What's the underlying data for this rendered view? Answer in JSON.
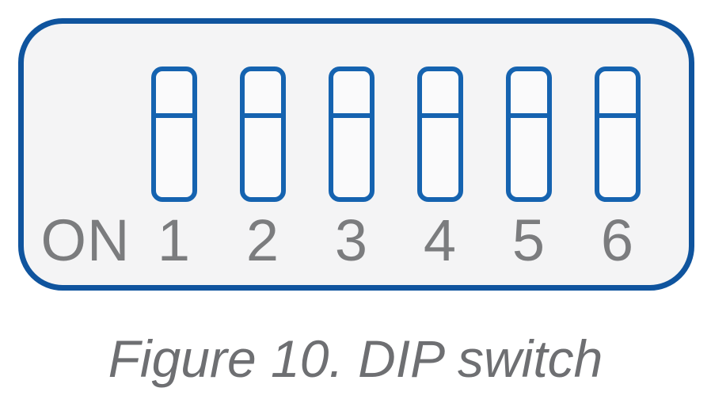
{
  "figure": {
    "caption": "Figure 10. DIP switch"
  },
  "dip_switch": {
    "on_label": "ON",
    "switch_labels": [
      "1",
      "2",
      "3",
      "4",
      "5",
      "6"
    ],
    "switch_count": 6,
    "handle_positions": [
      "up",
      "up",
      "up",
      "up",
      "up",
      "up"
    ]
  },
  "colors": {
    "panel_border": "#0f549e",
    "switch_outline": "#1563b0",
    "panel_background": "#f4f4f5",
    "switch_background": "#fafafb",
    "label_text": "#7b7c7e",
    "caption_text": "#6e6f72"
  }
}
